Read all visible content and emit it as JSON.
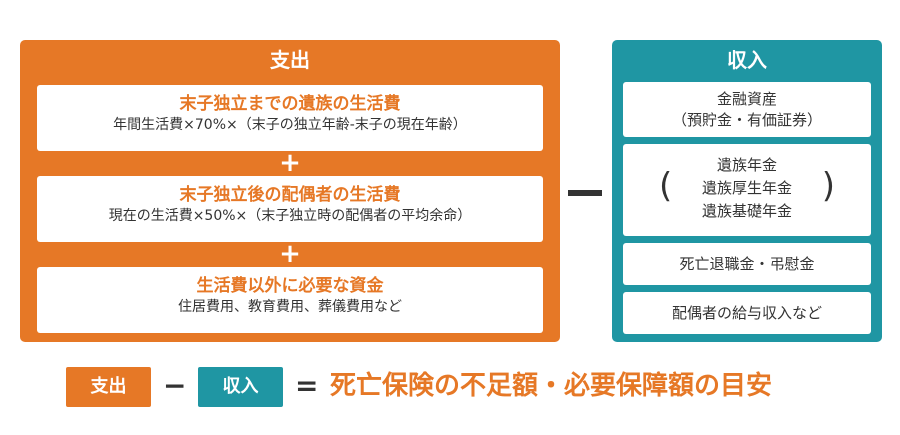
{
  "expense": {
    "title": "支出",
    "items": [
      {
        "heading": "末子独立までの遺族の生活費",
        "sub": "年間生活費×70%×（末子の独立年齢-末子の現在年齢）"
      },
      {
        "heading": "末子独立後の配偶者の生活費",
        "sub": "現在の生活費×50%×（末子独立時の配偶者の平均余命）"
      },
      {
        "heading": "生活費以外に必要な資金",
        "sub": "住居費用、教育費用、葬儀費用など"
      }
    ],
    "plus": "+"
  },
  "income": {
    "title": "収入",
    "items": [
      {
        "line1": "金融資産",
        "line2": "（預貯金・有価証券）"
      },
      {
        "line1": "遺族年金",
        "line2": "遺族厚生年金",
        "line3": "遺族基礎年金",
        "paren_open": "(",
        "paren_close": ")"
      },
      {
        "line1": "死亡退職金・弔慰金"
      },
      {
        "line1": "配偶者の給与収入など"
      }
    ]
  },
  "formula": {
    "expense_tag": "支出",
    "minus": "−",
    "income_tag": "収入",
    "equals": "=",
    "result": "死亡保険の不足額・必要保障額の目安"
  },
  "colors": {
    "expense": "#e67826",
    "income": "#1f96a3",
    "text": "#333333"
  }
}
